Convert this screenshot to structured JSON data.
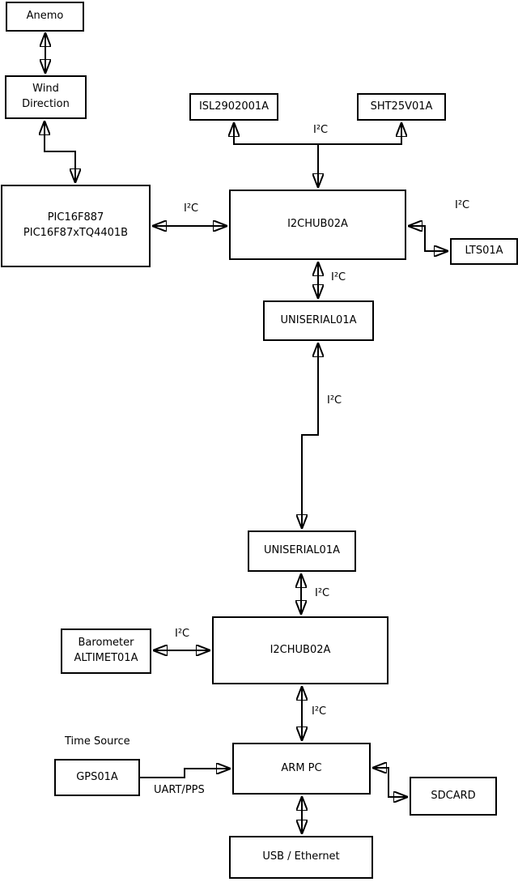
{
  "diagram": {
    "background": "#ffffff",
    "stroke_color": "#000000",
    "text_color": "#000000",
    "nodes": {
      "anemo": {
        "lines": [
          "Anemo"
        ]
      },
      "wind_direction": {
        "lines": [
          "Wind",
          "Direction"
        ]
      },
      "pic_controller": {
        "lines": [
          "PIC16F887",
          "PIC16F87xTQ4401B"
        ]
      },
      "isl_sensor": {
        "lines": [
          "ISL2902001A"
        ]
      },
      "sht_sensor": {
        "lines": [
          "SHT25V01A"
        ]
      },
      "i2c_hub_top": {
        "lines": [
          "I2CHUB02A"
        ]
      },
      "lts_sensor": {
        "lines": [
          "LTS01A"
        ]
      },
      "uniserial_top": {
        "lines": [
          "UNISERIAL01A"
        ]
      },
      "uniserial_bottom": {
        "lines": [
          "UNISERIAL01A"
        ]
      },
      "i2c_hub_bottom": {
        "lines": [
          "I2CHUB02A"
        ]
      },
      "barometer": {
        "lines": [
          "Barometer",
          "ALTIMET01A"
        ]
      },
      "gps": {
        "lines": [
          "GPS01A"
        ]
      },
      "arm_pc": {
        "lines": [
          "ARM PC"
        ]
      },
      "sdcard": {
        "lines": [
          "SDCARD"
        ]
      },
      "usb_ethernet": {
        "lines": [
          "USB / Ethernet"
        ]
      }
    },
    "labels": {
      "i2c_sensor_bus": "I²C",
      "i2c_pic_hub": "I²C",
      "i2c_hub_lts": "I²C",
      "i2c_hub_uniserial": "I²C",
      "i2c_uniserial_link": "I²C",
      "i2c_uniserial_hub2": "I²C",
      "i2c_barometer_hub2": "I²C",
      "i2c_hub2_armpc": "I²C",
      "time_source": "Time Source",
      "uart_pps": "UART/PPS"
    }
  }
}
